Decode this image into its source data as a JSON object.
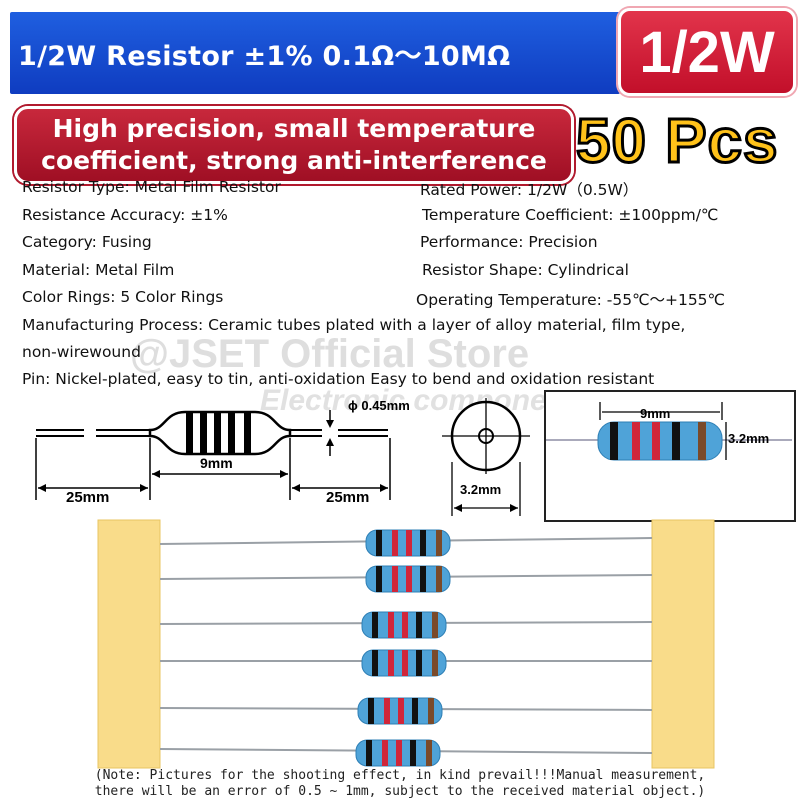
{
  "header": {
    "title": "1/2W Resistor ±1% 0.1Ω～10MΩ",
    "power_badge": "1/2W"
  },
  "features": {
    "line1": "High precision, small temperature",
    "line2": "coefficient, strong anti-interference"
  },
  "quantity": "50 Pcs",
  "specs": {
    "left": [
      "Resistor Type: Metal Film Resistor",
      "Resistance Accuracy: ±1%",
      "Category: Fusing",
      "Material: Metal Film",
      "Color Rings: 5 Color Rings"
    ],
    "right": [
      "Rated Power: 1/2W（0.5W）",
      "Temperature Coefficient: ±100ppm/℃",
      "Performance: Precision",
      "Resistor Shape: Cylindrical",
      "Operating Temperature: -55℃～+155℃"
    ],
    "process_line1": "Manufacturing Process: Ceramic tubes plated with a layer of alloy material, film type,",
    "process_line2": "non-wirewound",
    "pin": "Pin: Nickel-plated, easy to tin, anti-oxidation Easy to bend and oxidation resistant"
  },
  "watermark": {
    "store": "@JSET Official Store",
    "subtitle": "Electronic components"
  },
  "diagram": {
    "lead_diameter": "ϕ 0.45mm",
    "body_length": "9mm",
    "lead_left": "25mm",
    "lead_right": "25mm",
    "end_diameter": "3.2mm"
  },
  "photo": {
    "length": "9mm",
    "diameter": "3.2mm"
  },
  "note": {
    "line1": "(Note: Pictures for the shooting effect, in kind prevail!!!Manual measurement,",
    "line2": "there will be an error of 0.5 ~ 1mm, subject to the received material object.)"
  },
  "colors": {
    "banner_blue": "#1f5fe0",
    "badge_red": "#d4233a",
    "pcs_yellow": "#ffc21a",
    "resistor_body": "#4fa3d8",
    "tape_yellow": "#f9dc8a"
  }
}
